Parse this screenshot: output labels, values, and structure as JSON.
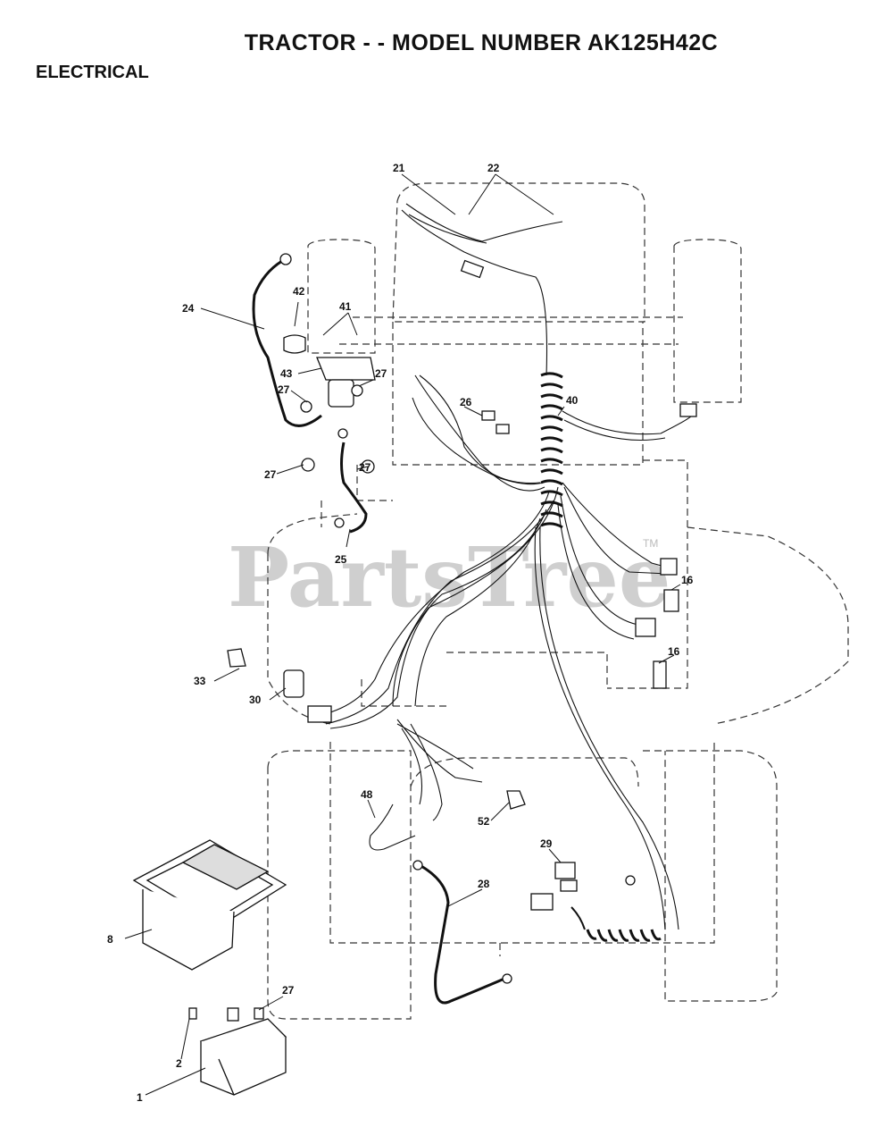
{
  "header": {
    "title": "TRACTOR - - MODEL NUMBER AK125H42C",
    "section": "ELECTRICAL"
  },
  "watermark": {
    "text": "PartsTree",
    "tm": "TM"
  },
  "callouts": {
    "c1": "1",
    "c2": "2",
    "c8": "8",
    "c16a": "16",
    "c16b": "16",
    "c21": "21",
    "c22": "22",
    "c24": "24",
    "c25": "25",
    "c26": "26",
    "c27a": "27",
    "c27b": "27",
    "c27c": "27",
    "c27d": "27",
    "c27e": "27",
    "c28": "28",
    "c29": "29",
    "c30": "30",
    "c33": "33",
    "c40": "40",
    "c41": "41",
    "c42": "42",
    "c43": "43",
    "c48": "48",
    "c52": "52"
  }
}
